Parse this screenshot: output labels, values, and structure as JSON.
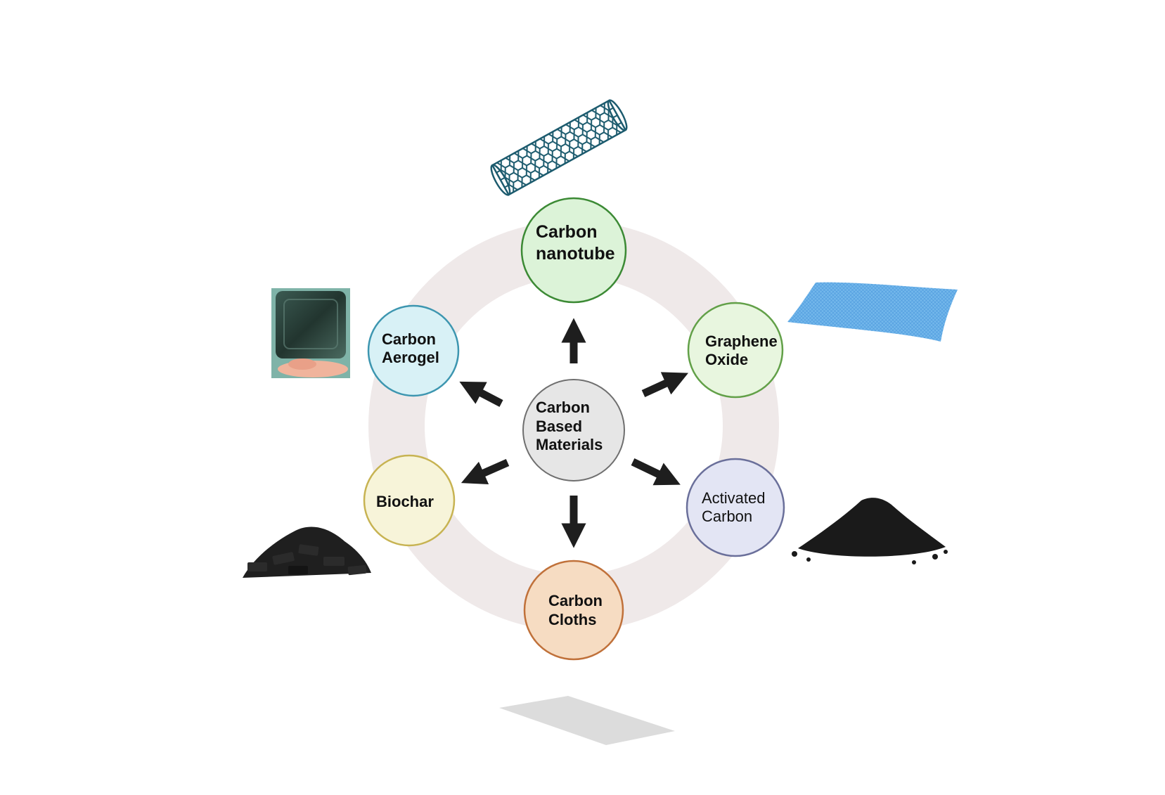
{
  "center": {
    "lines": [
      "Carbon",
      "Based",
      "Materials"
    ],
    "fill": "#e6e6e6",
    "stroke": "#6f6f6f"
  },
  "nodes": [
    {
      "id": "carbon-nanotube",
      "lines": [
        "Carbon",
        "nanotube"
      ],
      "fill": "#dcf3d8",
      "stroke": "#3c8a35",
      "image_icon": "nanotube-icon"
    },
    {
      "id": "graphene-oxide",
      "lines": [
        "Graphene",
        "Oxide"
      ],
      "fill": "#e8f6df",
      "stroke": "#62a048",
      "image_icon": "graphene-sheet-icon"
    },
    {
      "id": "activated-carbon",
      "lines": [
        "Activated",
        "Carbon"
      ],
      "fill": "#e3e5f4",
      "stroke": "#6a6f9a",
      "image_icon": "carbon-powder-pile-icon"
    },
    {
      "id": "carbon-cloths",
      "lines": [
        "Carbon",
        "Cloths"
      ],
      "fill": "#f6dcc2",
      "stroke": "#c0713a",
      "image_icon": "cloth-sheet-icon"
    },
    {
      "id": "biochar",
      "lines": [
        "Biochar"
      ],
      "fill": "#f7f4d9",
      "stroke": "#c7b352",
      "image_icon": "biochar-pile-icon"
    },
    {
      "id": "carbon-aerogel",
      "lines": [
        "Carbon",
        "Aerogel"
      ],
      "fill": "#d8f1f6",
      "stroke": "#3d96b0",
      "image_icon": "aerogel-block-icon"
    }
  ],
  "colors": {
    "ring": "#efe9e9",
    "arrow": "#1e1e1e",
    "nanotube": "#1c5b6e",
    "graphene": "#4a9de0",
    "powder": "#1a1a1a",
    "cloth": "#d8d8d8"
  }
}
